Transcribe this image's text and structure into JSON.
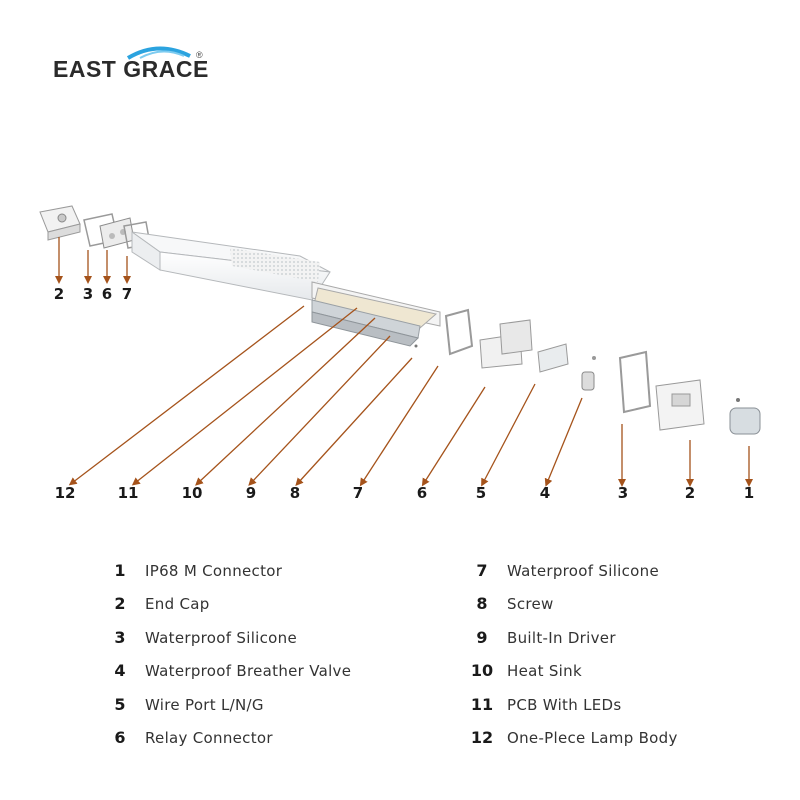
{
  "brand": {
    "name": "EAST GRACE",
    "mark": "®"
  },
  "colors": {
    "arrow": "#a5531b",
    "text": "#1a1a1a",
    "logo_arc": "#2ba3df"
  },
  "top_callouts": [
    "2",
    "3",
    "6",
    "7"
  ],
  "bottom_callouts": [
    "12",
    "11",
    "10",
    "9",
    "8",
    "7",
    "6",
    "5",
    "4",
    "3",
    "2",
    "1"
  ],
  "legend": {
    "left": [
      {
        "num": "1",
        "label": "IP68 M Connector"
      },
      {
        "num": "2",
        "label": "End Cap"
      },
      {
        "num": "3",
        "label": "Waterproof Silicone"
      },
      {
        "num": "4",
        "label": "Waterproof Breather Valve"
      },
      {
        "num": "5",
        "label": "Wire Port L/N/G"
      },
      {
        "num": "6",
        "label": "Relay Connector"
      }
    ],
    "right": [
      {
        "num": "7",
        "label": "Waterproof Silicone"
      },
      {
        "num": "8",
        "label": "Screw"
      },
      {
        "num": "9",
        "label": "Built-In Driver"
      },
      {
        "num": "10",
        "label": "Heat Sink"
      },
      {
        "num": "11",
        "label": "PCB With LEDs"
      },
      {
        "num": "12",
        "label": "One-Plece Lamp Body"
      }
    ]
  }
}
